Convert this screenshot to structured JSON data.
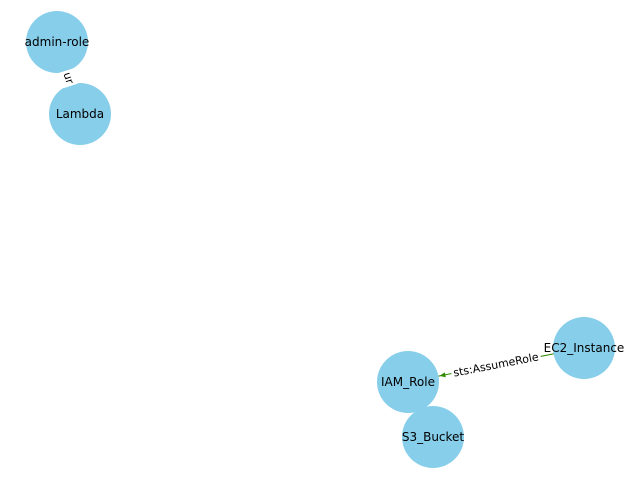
{
  "graph": {
    "node_color": "#87CEEB",
    "edge_color_default": "#000000",
    "nodes": [
      {
        "id": "admin-role",
        "label": "admin-role"
      },
      {
        "id": "Lambda",
        "label": "Lambda"
      },
      {
        "id": "EC2_Instance",
        "label": "EC2_Instance"
      },
      {
        "id": "IAM_Role",
        "label": "IAM_Role"
      },
      {
        "id": "S3_Bucket",
        "label": "S3_Bucket"
      }
    ],
    "edges": [
      {
        "from": "Lambda",
        "to": "admin-role",
        "label": "ur",
        "color": "#000000"
      },
      {
        "from": "EC2_Instance",
        "to": "IAM_Role",
        "label": "sts:AssumeRole",
        "color": "#2e8b00"
      },
      {
        "from": "IAM_Role",
        "to": "S3_Bucket",
        "label": "",
        "color": "#000000"
      }
    ]
  }
}
